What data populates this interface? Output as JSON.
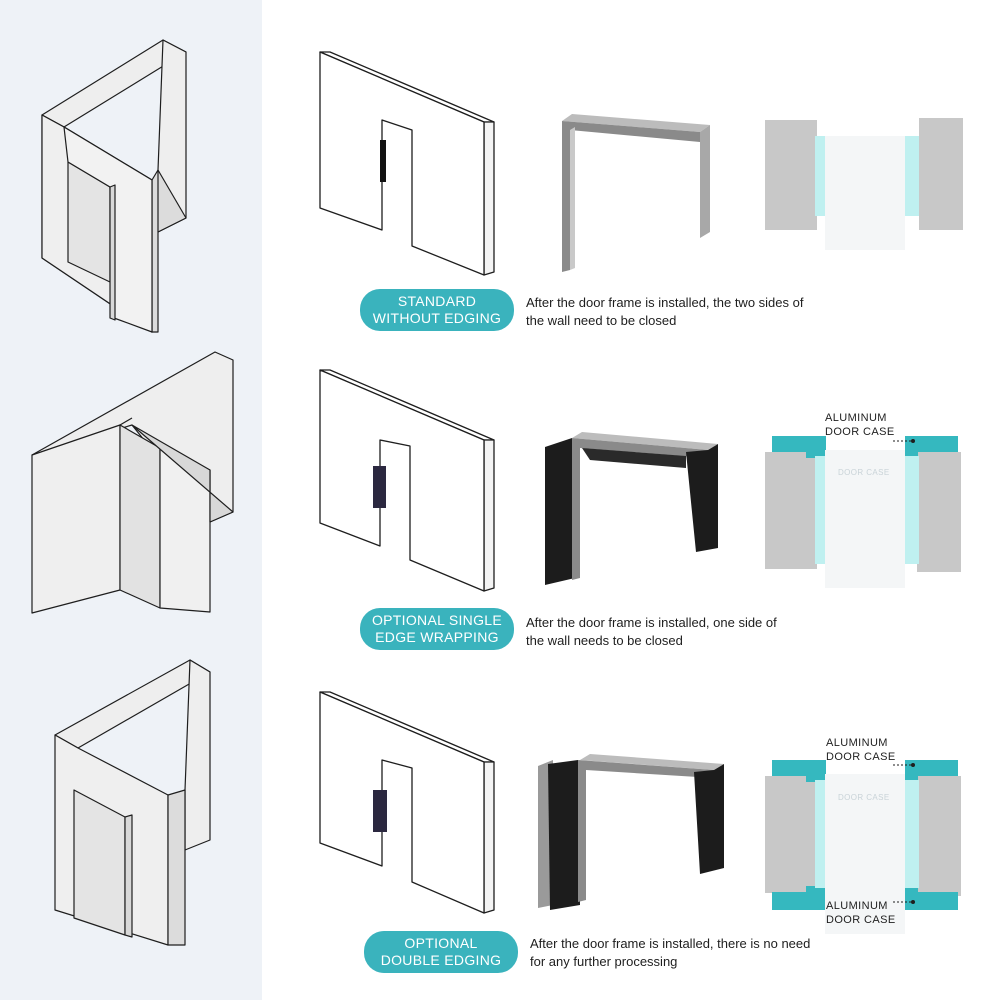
{
  "colors": {
    "panel": "#eef2f7",
    "accent": "#3ab3bd",
    "aluminum": "#35b8bf",
    "glass": "#bff0f0",
    "wall": "#c9c9c9",
    "trim_dark": "#1e1e1e",
    "trim_grey": "#8a8a8a"
  },
  "rows": [
    {
      "pill": {
        "line1": "STANDARD",
        "line2": "WITHOUT EDGING"
      },
      "desc": {
        "line1": "After the door frame is installed, the two sides of",
        "line2": "the wall need to be closed"
      }
    },
    {
      "pill": {
        "line1": "OPTIONAL SINGLE",
        "line2": "EDGE WRAPPING"
      },
      "desc": {
        "line1": "After the door frame is installed, one side of",
        "line2": "the wall needs to be closed"
      },
      "callout_top": {
        "line1": "ALUMINUM",
        "line2": "DOOR CASE"
      },
      "inner_text": "DOOR CASE"
    },
    {
      "pill": {
        "line1": "OPTIONAL",
        "line2": "DOUBLE EDGING"
      },
      "desc": {
        "line1": "After the door frame is installed, there is no need",
        "line2": "for any further processing"
      },
      "callout_top": {
        "line1": "ALUMINUM",
        "line2": "DOOR CASE"
      },
      "callout_bottom": {
        "line1": "ALUMINUM",
        "line2": "DOOR CASE"
      },
      "inner_text": "DOOR CASE"
    }
  ]
}
